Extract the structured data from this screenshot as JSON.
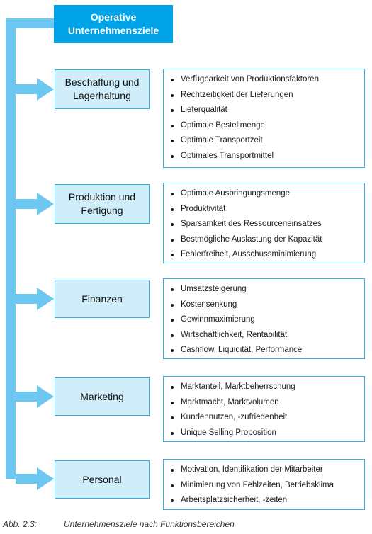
{
  "top": {
    "line1": "Operative",
    "line2": "Unternehmensziele"
  },
  "colors": {
    "accent": "#00a2e8",
    "box_fill": "#cfeefa",
    "box_border": "#2fb0e8"
  },
  "functions": [
    {
      "line1": "Beschaffung und",
      "line2": "Lagerhaltung",
      "goals": [
        "Verfügbarkeit von Produktionsfaktoren",
        "Rechtzeitigkeit der Lieferungen",
        "Lieferqualität",
        "Optimale Bestellmenge",
        "Optimale Transportzeit",
        "Optimales Transportmittel"
      ]
    },
    {
      "line1": "Produktion und",
      "line2": "Fertigung",
      "goals": [
        "Optimale Ausbringungsmenge",
        "Produktivität",
        "Sparsamkeit des Ressourceneinsatzes",
        "Bestmögliche Auslastung der Kapazität",
        "Fehlerfreiheit, Ausschussminimierung"
      ]
    },
    {
      "line1": "Finanzen",
      "line2": "",
      "goals": [
        "Umsatzsteigerung",
        "Kostensenkung",
        "Gewinnmaximierung",
        "Wirtschaftlichkeit, Rentabilität",
        "Cashflow, Liquidität, Performance"
      ]
    },
    {
      "line1": "Marketing",
      "line2": "",
      "goals": [
        "Marktanteil, Marktbeherrschung",
        "Marktmacht, Marktvolumen",
        "Kundennutzen, -zufriedenheit",
        "Unique Selling Proposition"
      ]
    },
    {
      "line1": "Personal",
      "line2": "",
      "goals": [
        "Motivation, Identifikation der Mitarbeiter",
        "Minimierung von Fehlzeiten, Betriebsklima",
        "Arbeitsplatzsicherheit, -zeiten"
      ]
    }
  ],
  "caption": {
    "label": "Abb. 2.3:",
    "text": "Unternehmensziele nach Funktionsbereichen"
  }
}
